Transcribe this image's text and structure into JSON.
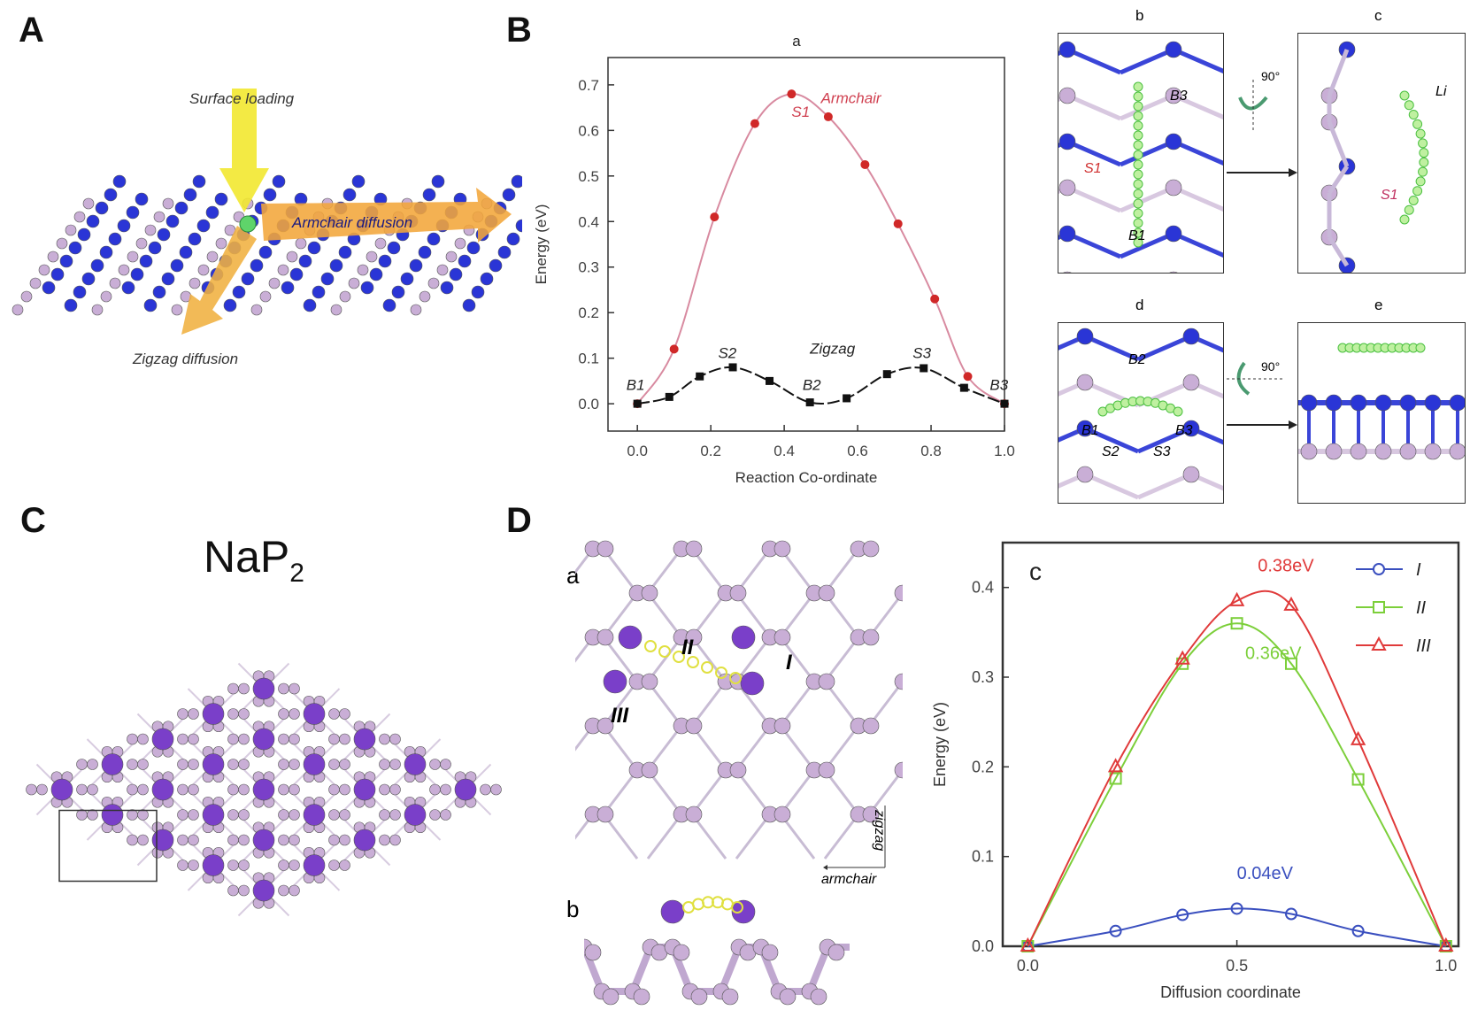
{
  "panels": {
    "A": {
      "label": "A",
      "surface_loading": "Surface loading",
      "armchair_diffusion": "Armchair diffusion",
      "zigzag_diffusion": "Zigzag diffusion"
    },
    "B": {
      "label": "B",
      "sub_b": "b",
      "sub_c": "c",
      "sub_d": "d",
      "sub_e": "e",
      "b_labels": {
        "B3": "B3",
        "S1": "S1",
        "B1": "B1"
      },
      "c_labels": {
        "Li": "Li",
        "S1": "S1"
      },
      "d_labels": {
        "B2": "B2",
        "B1": "B1",
        "B3": "B3",
        "S2": "S2",
        "S3": "S3"
      },
      "rotation": "90°"
    },
    "C": {
      "label": "C",
      "title": "NaP",
      "title_sub": "2"
    },
    "D": {
      "label": "D",
      "sub_a": "a",
      "sub_b": "b",
      "site_I": "I",
      "site_II": "II",
      "site_III": "III",
      "axis_zigzag": "zigzag",
      "axis_armchair": "armchair"
    }
  },
  "colors": {
    "armchair": "#e03a3a",
    "zigzag": "#111111",
    "I": "#3a4fbf",
    "II": "#7ccf3a",
    "III": "#e03a3a",
    "blue_atom": "#2a35d6",
    "pink_atom": "#c9aed6",
    "na_atom": "#7a3fc9"
  },
  "chart_data": [
    {
      "type": "line",
      "title": "a",
      "xlabel": "Reaction Co-ordinate",
      "ylabel": "Energy (eV)",
      "xlim": [
        -0.08,
        1.0
      ],
      "ylim": [
        -0.06,
        0.76
      ],
      "xticks": [
        "0.0",
        "0.2",
        "0.4",
        "0.6",
        "0.8",
        "1.0"
      ],
      "yticks": [
        "0.0",
        "0.1",
        "0.2",
        "0.3",
        "0.4",
        "0.5",
        "0.6",
        "0.7"
      ],
      "series": [
        {
          "name": "Armchair",
          "marker": "circle",
          "x": [
            0,
            0.1,
            0.21,
            0.32,
            0.42,
            0.52,
            0.62,
            0.71,
            0.81,
            0.9,
            1.0
          ],
          "y": [
            0,
            0.12,
            0.41,
            0.615,
            0.68,
            0.63,
            0.525,
            0.395,
            0.23,
            0.06,
            0
          ]
        },
        {
          "name": "Zigzag",
          "marker": "square",
          "x": [
            0,
            0.087,
            0.17,
            0.26,
            0.36,
            0.47,
            0.57,
            0.68,
            0.78,
            0.89,
            1.0
          ],
          "y": [
            0,
            0.015,
            0.06,
            0.08,
            0.05,
            0.003,
            0.012,
            0.065,
            0.078,
            0.035,
            0
          ]
        }
      ],
      "annotations": [
        {
          "text": "Armchair",
          "x": 0.5,
          "y": 0.66
        },
        {
          "text": "S1",
          "x": 0.42,
          "y": 0.63
        },
        {
          "text": "Zigzag",
          "x": 0.47,
          "y": 0.11
        },
        {
          "text": "S2",
          "x": 0.22,
          "y": 0.1
        },
        {
          "text": "S3",
          "x": 0.75,
          "y": 0.1
        },
        {
          "text": "B1",
          "x": -0.03,
          "y": 0.03
        },
        {
          "text": "B2",
          "x": 0.45,
          "y": 0.03
        },
        {
          "text": "B3",
          "x": 0.96,
          "y": 0.03
        }
      ]
    },
    {
      "type": "line",
      "title": "c",
      "xlabel": "Diffusion coordinate",
      "ylabel": "Energy (eV)",
      "xlim": [
        -0.06,
        1.03
      ],
      "ylim": [
        0,
        0.45
      ],
      "xticks": [
        "0.0",
        "0.5",
        "1.0"
      ],
      "yticks": [
        "0.0",
        "0.1",
        "0.2",
        "0.3",
        "0.4"
      ],
      "legend": "top-right",
      "series": [
        {
          "name": "I",
          "marker": "circle-open",
          "x": [
            0,
            0.21,
            0.37,
            0.5,
            0.63,
            0.79,
            1.0
          ],
          "y": [
            0,
            0.017,
            0.035,
            0.042,
            0.036,
            0.017,
            0
          ]
        },
        {
          "name": "II",
          "marker": "square-open",
          "x": [
            0,
            0.21,
            0.37,
            0.5,
            0.63,
            0.79,
            1.0
          ],
          "y": [
            0,
            0.187,
            0.315,
            0.36,
            0.315,
            0.186,
            0
          ]
        },
        {
          "name": "III",
          "marker": "triangle-open",
          "x": [
            0,
            0.21,
            0.37,
            0.5,
            0.63,
            0.79,
            1.0
          ],
          "y": [
            0,
            0.2,
            0.32,
            0.385,
            0.38,
            0.23,
            0
          ]
        }
      ],
      "annotations": [
        {
          "text": "0.38eV",
          "series": "III"
        },
        {
          "text": "0.36eV",
          "series": "II"
        },
        {
          "text": "0.04eV",
          "series": "I"
        }
      ]
    }
  ]
}
